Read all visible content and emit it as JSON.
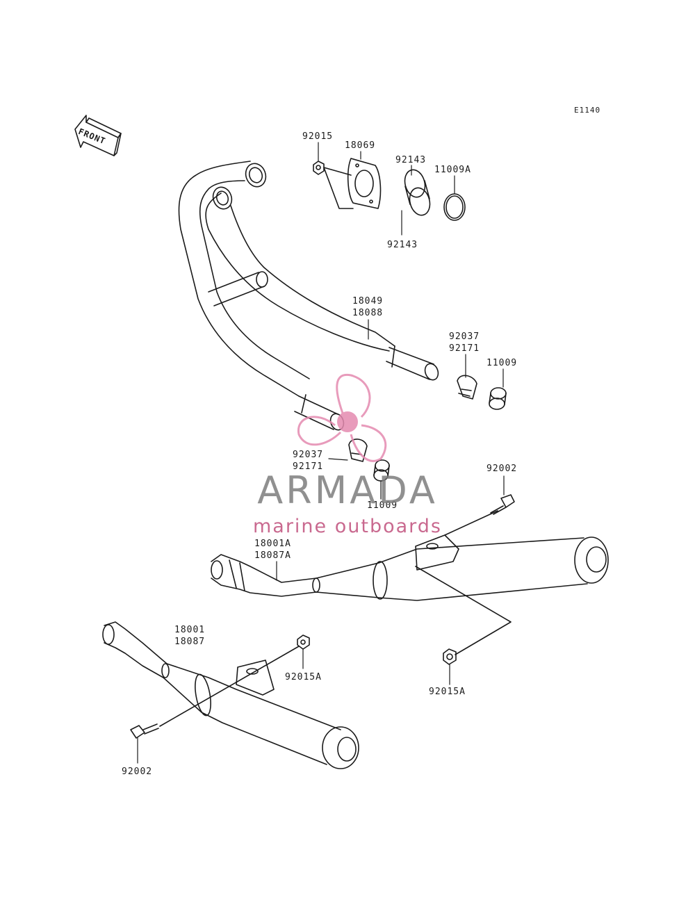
{
  "diagram_code": "E1140",
  "front_label": "FRONT",
  "watermark": {
    "brand": "ARMADA",
    "tagline": "marine outboards"
  },
  "parts": {
    "nut_92015": "92015",
    "gasket_18069": "18069",
    "collar_92143_top": "92143",
    "collar_92143_bottom": "92143",
    "ring_11009A": "11009A",
    "pipe_18049": "18049",
    "pipe_18088": "18088",
    "clamp_right_92037": "92037",
    "clamp_right_92171": "92171",
    "seal_right_11009": "11009",
    "clamp_center_92037": "92037",
    "clamp_center_92171": "92171",
    "seal_center_11009": "11009",
    "bolt_right_92002": "92002",
    "muffler_right_18001A": "18001A",
    "muffler_right_18087A": "18087A",
    "nut_right_92015A": "92015A",
    "muffler_left_18001": "18001",
    "muffler_left_18087": "18087",
    "nut_left_92015A": "92015A",
    "bolt_left_92002": "92002"
  }
}
